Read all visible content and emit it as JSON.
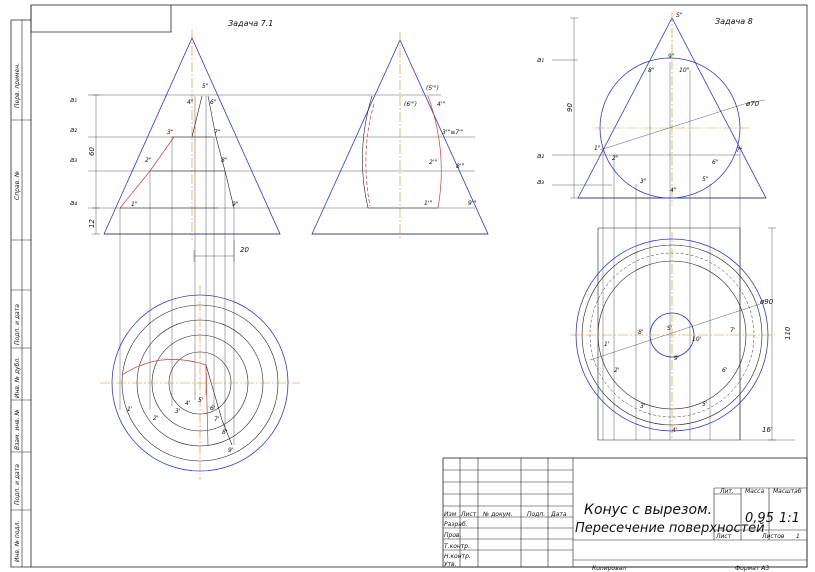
{
  "task1": {
    "title": "Задача 7.1",
    "levels": [
      "a₁",
      "a₂",
      "a₃",
      "a₄"
    ],
    "dims": [
      "60",
      "12",
      "20"
    ],
    "front_labels": [
      "5\"",
      "4\"",
      "6\"",
      "3\"",
      "7\"",
      "2\"",
      "8\"",
      "1\"",
      "9\""
    ],
    "side_labels": [
      "(5'\")",
      "(6'\")",
      "4'\"",
      "3'\"≡7'\"",
      "2'\"",
      "8'\"",
      "1'\"",
      "9'\""
    ],
    "plan_labels": [
      "1'",
      "2'",
      "3'",
      "4'",
      "5'",
      "6'",
      "7'",
      "8'",
      "9'"
    ]
  },
  "task2": {
    "title": "Задача 8",
    "levels": [
      "a₁",
      "a₂",
      "a₃"
    ],
    "dims": [
      "90",
      "ø70",
      "ø90",
      "110",
      "16'"
    ],
    "front_labels": [
      "S\"",
      "9\"",
      "8\"",
      "10\"",
      "1\"",
      "2\"",
      "3\"",
      "4\"",
      "5\"",
      "6\"",
      "7\""
    ],
    "plan_labels": [
      "S'",
      "8'",
      "7'",
      "1'",
      "2'",
      "3'",
      "4'",
      "5'",
      "6'",
      "9'",
      "10'"
    ]
  },
  "titleblock": {
    "title_line1": "Конус с вырезом.",
    "title_line2": "Пересечение поверхностей",
    "cols": [
      "Изм",
      "Лист",
      "№ докум.",
      "Подп.",
      "Дата"
    ],
    "rows": [
      "Разраб.",
      "Пров.",
      "Т.контр.",
      "Н.контр.",
      "Утв."
    ],
    "lit_label": "Лит.",
    "mass_label": "Масса",
    "scale_label": "Масштаб",
    "mass_value": "0,95",
    "scale_value": "1:1",
    "sheet_label": "Лист",
    "sheets_label": "Листов",
    "sheets_value": "1",
    "copied": "Копировал",
    "format": "Формат А3"
  },
  "side_stamp": [
    "Перв. примен.",
    "Справ. №",
    "Подп. и дата",
    "Инв. № дубл.",
    "Взам. инв. №",
    "Подп. и дата",
    "Инв. № подл."
  ]
}
